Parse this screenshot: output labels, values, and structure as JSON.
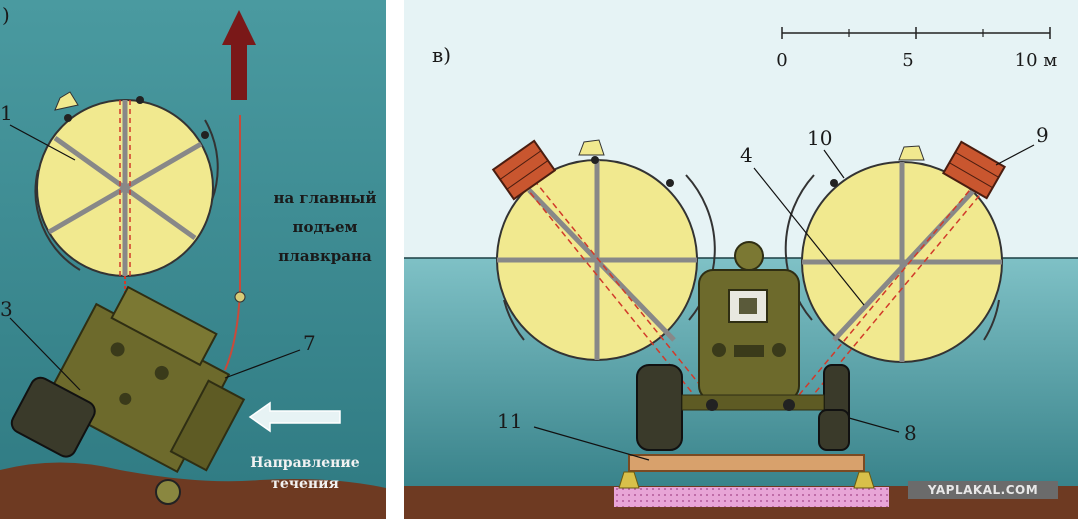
{
  "left_panel": {
    "panel_letter": ")",
    "labels": {
      "label_top_left": "1",
      "label_mid_left": "3",
      "label_7": "7"
    },
    "side_text": [
      "на главный",
      "подъем",
      "плавкрана"
    ],
    "current_text": [
      "Направление",
      "течения"
    ]
  },
  "right_panel": {
    "panel_letter": "в)",
    "scale": {
      "ticks": [
        "0",
        "5",
        "10 м"
      ]
    },
    "labels": {
      "label_4": "4",
      "label_10": "10",
      "label_9": "9",
      "label_11": "11",
      "label_8": "8"
    }
  },
  "watermark": "YAPLAKAL.COM",
  "colors": {
    "water": "#3f8c93",
    "sky": "#e6f3f5",
    "pontoon": "#f1e98f",
    "tank": "#6d6a2c",
    "ground": "#6e3a22",
    "arrow_red": "#7a1818",
    "cable_red": "#d13a2a"
  }
}
